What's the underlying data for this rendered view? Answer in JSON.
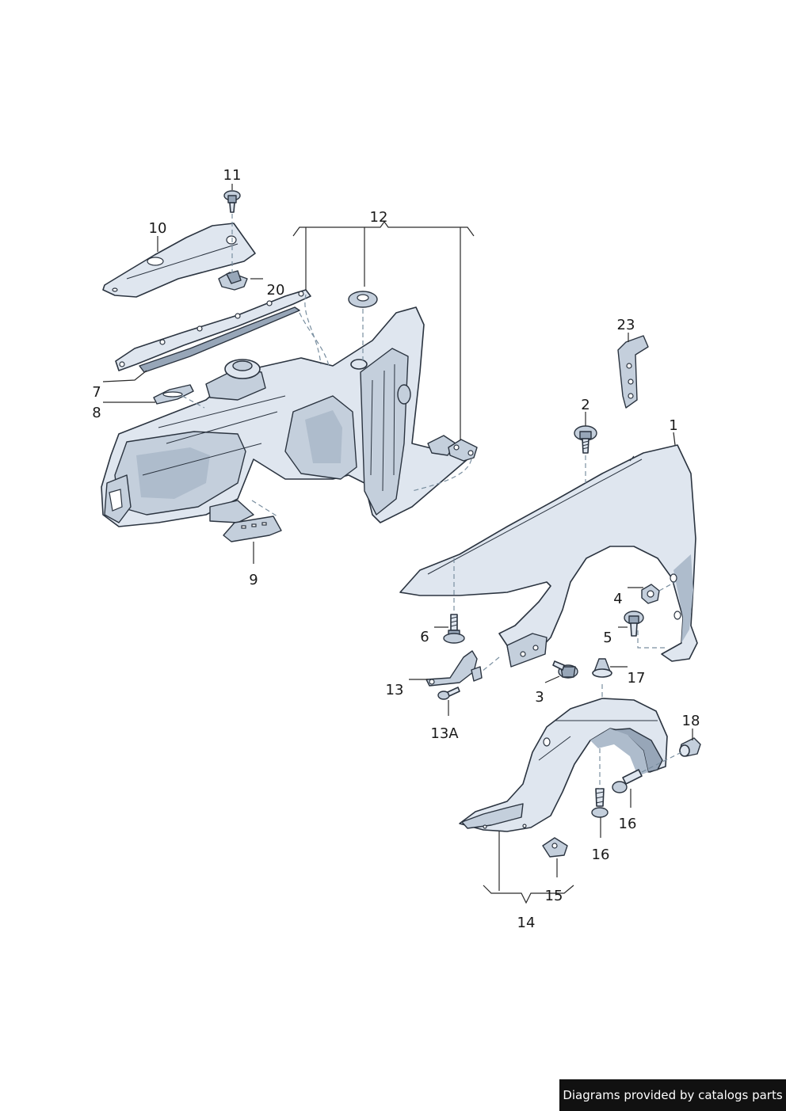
{
  "labels": {
    "p1": "1",
    "p2": "2",
    "p3": "3",
    "p4": "4",
    "p5": "5",
    "p6": "6",
    "p7": "7",
    "p8": "8",
    "p9": "9",
    "p10": "10",
    "p11": "11",
    "p12": "12",
    "p13": "13",
    "p13a": "13A",
    "p14": "14",
    "p15": "15",
    "p16a": "16",
    "p16b": "16",
    "p17": "17",
    "p18": "18",
    "p20": "20",
    "p23": "23"
  },
  "footer": {
    "credit": "Diagrams provided by catalogs parts"
  },
  "colors": {
    "part_fill": "#dfe6ef",
    "part_outline": "#2b3440",
    "badge_background": "#111111"
  }
}
